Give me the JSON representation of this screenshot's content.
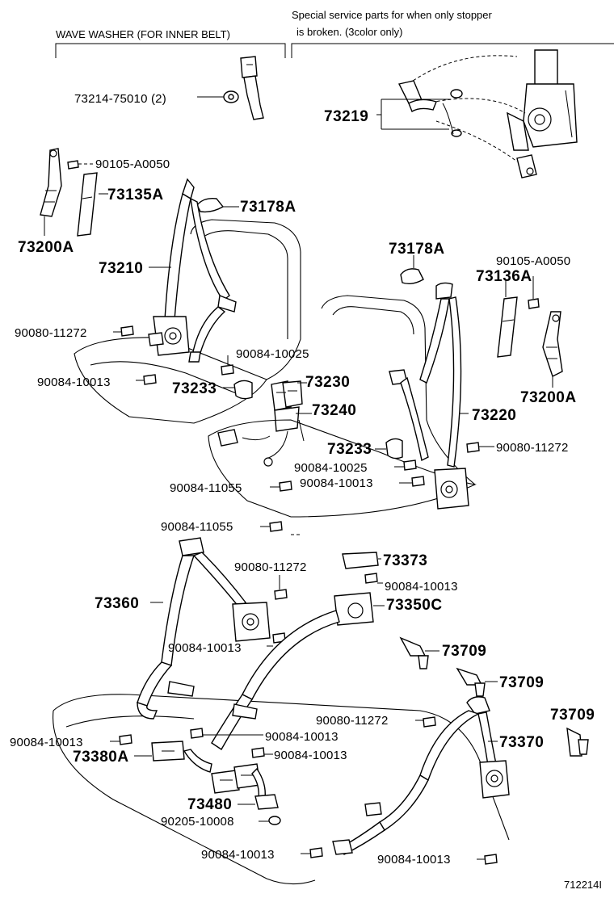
{
  "notes": {
    "wave_washer": "WAVE WASHER (FOR INNER BELT)",
    "special_line1": "Special service parts for when only stopper",
    "special_line2": "is broken. (3color only)"
  },
  "labels": {
    "p73214": "73214-75010 (2)",
    "p73219": "73219",
    "p90105_top": "90105-A0050",
    "p73135A": "73135A",
    "p73178A_top": "73178A",
    "p73200A_left": "73200A",
    "p73210": "73210",
    "p90080_left": "90080-11272",
    "p90084_10025_left": "90084-10025",
    "p90084_10013_left": "90084-10013",
    "p73233_left": "73233",
    "p73230": "73230",
    "p73240": "73240",
    "p73178A_right": "73178A",
    "p90105_right": "90105-A0050",
    "p73136A": "73136A",
    "p73200A_right": "73200A",
    "p73220": "73220",
    "p73233_right": "73233",
    "p90080_right": "90080-11272",
    "p90084_10025_right": "90084-10025",
    "p90084_10013_right": "90084-10013",
    "p90084_11055_a": "90084-11055",
    "p90084_11055_b": "90084-11055",
    "p73373": "73373",
    "p90080_mid": "90080-11272",
    "p90084_10013_mid": "90084-10013",
    "p73360": "73360",
    "p73350C": "73350C",
    "p90084_10013_b": "90084-10013",
    "p73709_a": "73709",
    "p73709_b": "73709",
    "p73709_c": "73709",
    "p90080_low": "90080-11272",
    "p90084_10013_c": "90084-10013",
    "p73370": "73370",
    "p90084_10013_d": "90084-10013",
    "p73380A": "73380A",
    "p90084_10013_e": "90084-10013",
    "p73480": "73480",
    "p90205": "90205-10008",
    "p90084_10013_f": "90084-10013",
    "p90084_10013_g": "90084-10013",
    "drawing_no": "712214I"
  }
}
